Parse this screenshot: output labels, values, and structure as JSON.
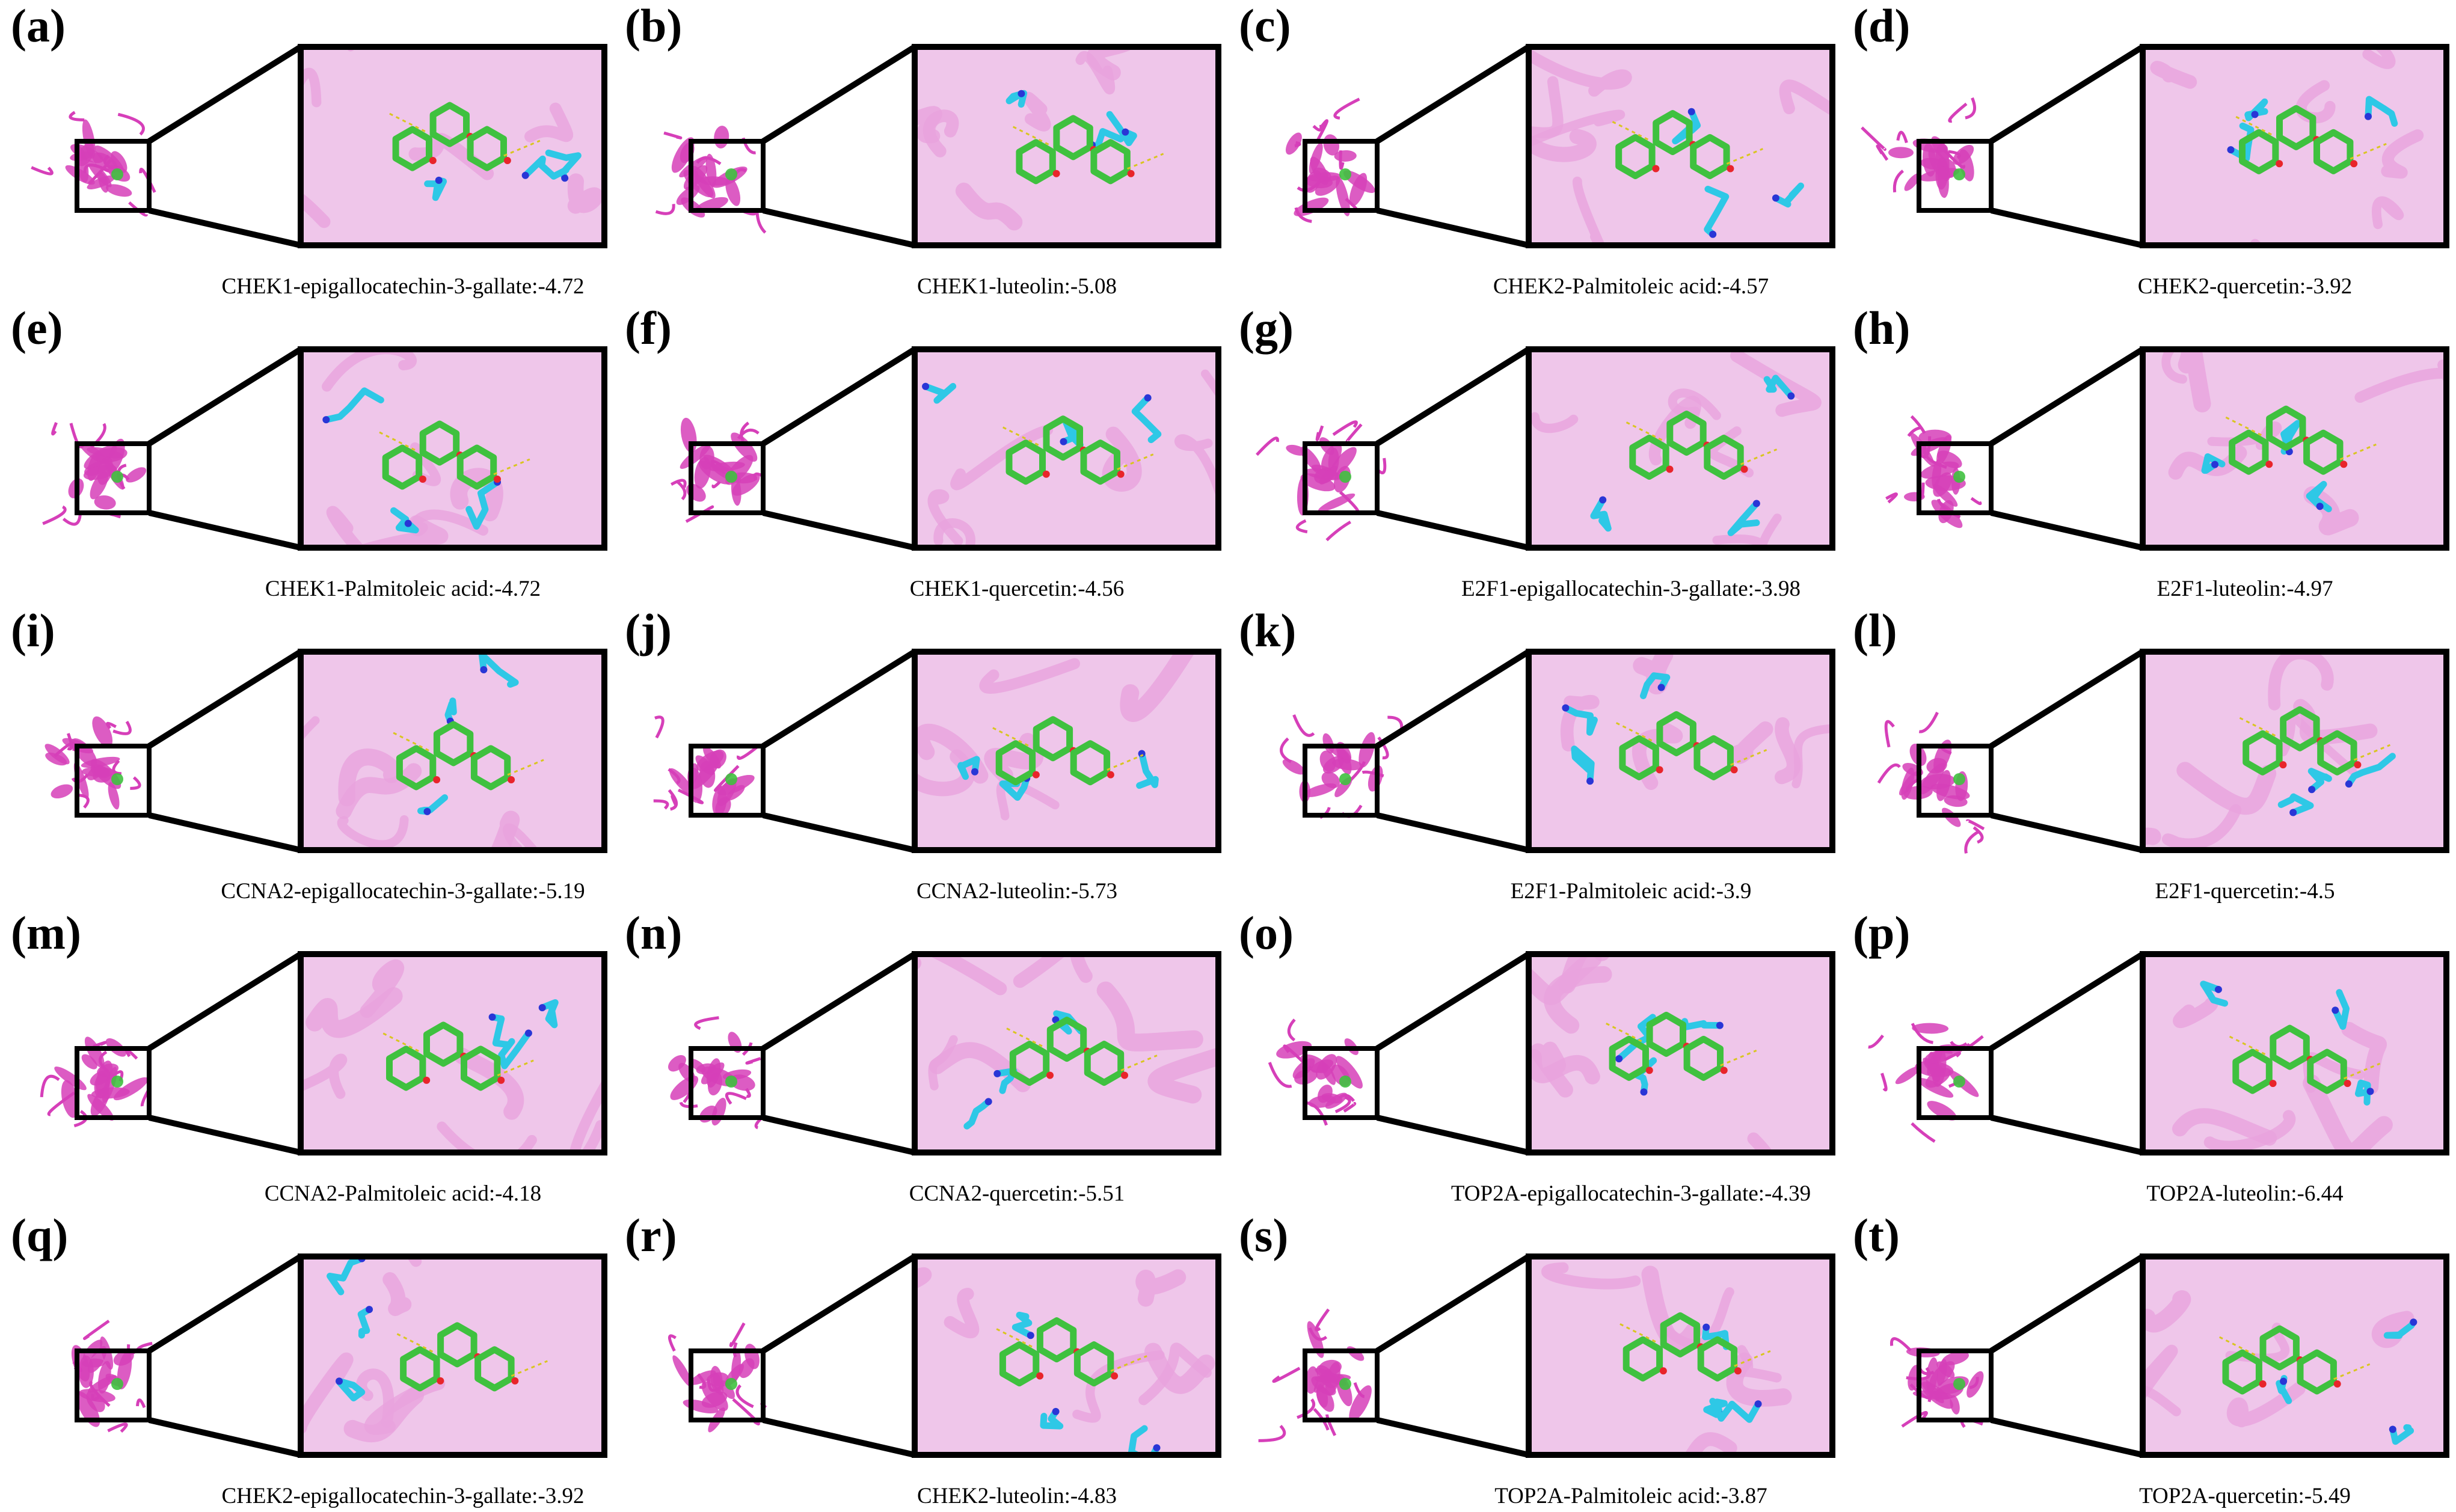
{
  "colors": {
    "protein": "#d63fb9",
    "protein_light": "#e9a3dd",
    "zoom_background": "#efc6ea",
    "ligand": "#3fc13f",
    "residue": "#2ec8e6",
    "oxygen": "#e8252b",
    "nitrogen": "#2936d6",
    "frame": "#000000"
  },
  "panels": [
    {
      "letter": "(a)",
      "caption": "CHEK1-epigallocatechin-3-gallate:-4.72"
    },
    {
      "letter": "(b)",
      "caption": "CHEK1-luteolin:-5.08"
    },
    {
      "letter": "(c)",
      "caption": "CHEK2-Palmitoleic acid:-4.57"
    },
    {
      "letter": "(d)",
      "caption": "CHEK2-quercetin:-3.92"
    },
    {
      "letter": "(e)",
      "caption": "CHEK1-Palmitoleic acid:-4.72"
    },
    {
      "letter": "(f)",
      "caption": "CHEK1-quercetin:-4.56"
    },
    {
      "letter": "(g)",
      "caption": "E2F1-epigallocatechin-3-gallate:-3.98"
    },
    {
      "letter": "(h)",
      "caption": "E2F1-luteolin:-4.97"
    },
    {
      "letter": "(i)",
      "caption": "CCNA2-epigallocatechin-3-gallate:-5.19"
    },
    {
      "letter": "(j)",
      "caption": "CCNA2-luteolin:-5.73"
    },
    {
      "letter": "(k)",
      "caption": "E2F1-Palmitoleic acid:-3.9"
    },
    {
      "letter": "(l)",
      "caption": "E2F1-quercetin:-4.5"
    },
    {
      "letter": "(m)",
      "caption": "CCNA2-Palmitoleic acid:-4.18"
    },
    {
      "letter": "(n)",
      "caption": "CCNA2-quercetin:-5.51"
    },
    {
      "letter": "(o)",
      "caption": "TOP2A-epigallocatechin-3-gallate:-4.39"
    },
    {
      "letter": "(p)",
      "caption": "TOP2A-luteolin:-6.44"
    },
    {
      "letter": "(q)",
      "caption": "CHEK2-epigallocatechin-3-gallate:-3.92"
    },
    {
      "letter": "(r)",
      "caption": "CHEK2-luteolin:-4.83"
    },
    {
      "letter": "(s)",
      "caption": "TOP2A-Palmitoleic acid:-3.87"
    },
    {
      "letter": "(t)",
      "caption": "TOP2A-quercetin:-5.49"
    }
  ]
}
